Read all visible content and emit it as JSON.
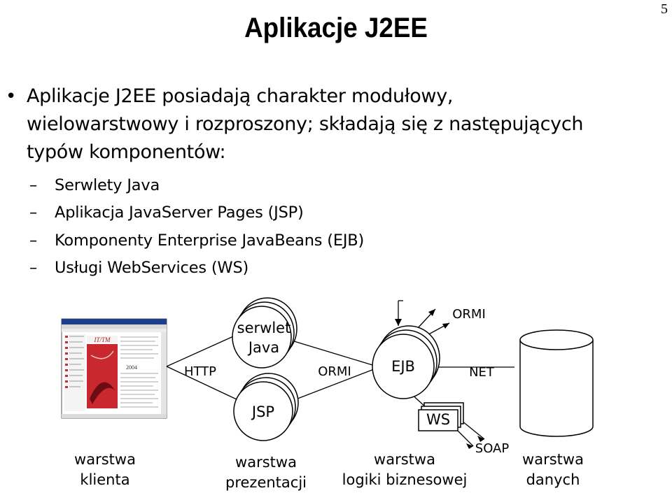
{
  "page_number": "5",
  "title": "Aplikacje J2EE",
  "bullet": {
    "lines": [
      "Aplikacje J2EE posiadają charakter modułowy,",
      "wielowarstwowy i rozproszony; składają się z następujących",
      "typów komponentów:"
    ]
  },
  "subitems": [
    "Serwlety Java",
    "Aplikacja JavaServer Pages (JSP)",
    "Komponenty Enterprise JavaBeans (EJB)",
    "Usługi WebServices (WS)"
  ],
  "diagram": {
    "nodes": {
      "servlet_line1": "serwlet",
      "servlet_line2": "Java",
      "jsp": "JSP",
      "ejb": "EJB",
      "ws": "WS"
    },
    "connectors": {
      "http": "HTTP",
      "ormi_left": "ORMI",
      "ormi_top": "ORMI",
      "net": "NET",
      "soap": "SOAP"
    },
    "tiers": {
      "client_line1": "warstwa",
      "client_line2": "klienta",
      "presentation_line1": "warstwa",
      "presentation_line2": "prezentacji",
      "business_line1": "warstwa",
      "business_line2": "logiki biznesowej",
      "data_line1": "warstwa",
      "data_line2": "danych"
    },
    "browser": {
      "logo_text": "IT/TM",
      "year_text": "2004"
    }
  }
}
